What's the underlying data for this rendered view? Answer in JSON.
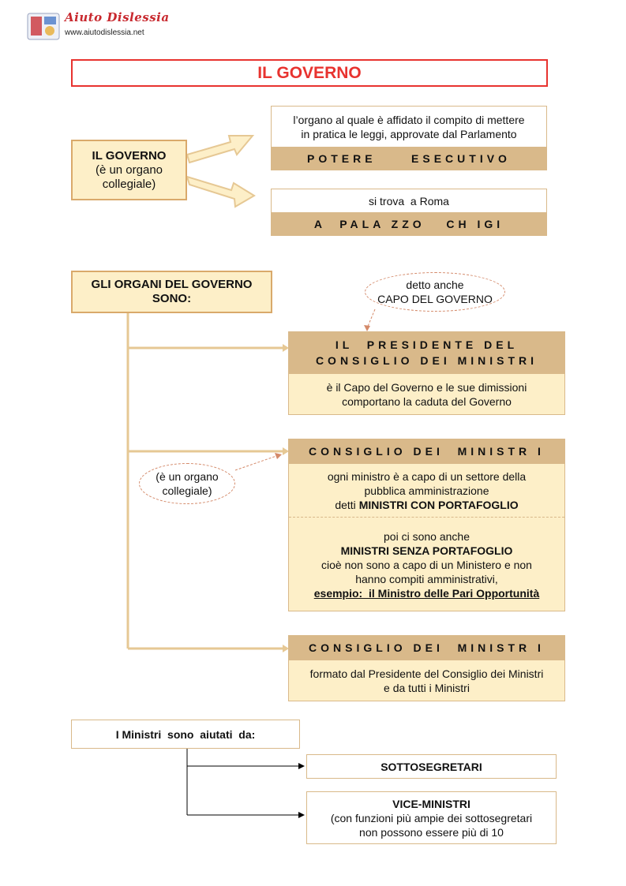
{
  "header": {
    "logo_title": "Aiuto Dislessia",
    "logo_url": "www.aiutodislessia.net"
  },
  "title": "IL GOVERNO",
  "governo": {
    "line1": "IL GOVERNO",
    "line2": "(è un organo",
    "line3": "collegiale)"
  },
  "right1": {
    "desc_line1": "l’organo al quale è affidato il compito di mettere",
    "desc_line2": "in pratica le leggi, approvate dal Parlamento",
    "label": "POTERE     ESECUTIVO"
  },
  "right2": {
    "desc": "si trova  a Roma",
    "label": "A  PALA ZZO   CH IGI"
  },
  "organi": {
    "line1": "GLI ORGANI DEL GOVERNO",
    "line2": "SONO:"
  },
  "capo_note": {
    "line1": "detto anche",
    "line2": "CAPO DEL GOVERNO"
  },
  "presidente": {
    "head_line1": "IL  PRESIDENTE DEL",
    "head_line2": "CONSIGLIO DEI MINISTRI",
    "body_line1": "è il Capo del Governo e le sue dimissioni",
    "body_line2": "comportano la caduta del Governo"
  },
  "collegiale_note": {
    "line1": "(è un organo",
    "line2": "collegiale)"
  },
  "consiglio1": {
    "head": "CONSIGLIO DEI  MINISTR I",
    "p1_line1": "ogni ministro è a capo di un settore della",
    "p1_line2": "pubblica amministrazione",
    "p1_line3_prefix": "detti ",
    "p1_line3_bold": "MINISTRI CON PORTAFOGLIO",
    "p2_line1": "poi ci sono anche",
    "p2_line2": "MINISTRI SENZA PORTAFOGLIO",
    "p2_line3": "cioè non sono a capo di un Ministero e non",
    "p2_line4": "hanno compiti amministrativi,",
    "p2_line5": "esempio:  il Ministro delle Pari Opportunità"
  },
  "consiglio2": {
    "head": "CONSIGLIO DEI  MINISTR I",
    "body_line1": "formato dal Presidente del Consiglio dei Ministri",
    "body_line2": "e da tutti i Ministri"
  },
  "aiuti": {
    "label": "I Ministri  sono  aiutati  da:",
    "sotto": "SOTTOSEGRETARI",
    "vice_title": "VICE-MINISTRI",
    "vice_line1": "(con funzioni più ampie dei sottosegretari",
    "vice_line2": "non possono essere più di 10"
  },
  "colors": {
    "title_red": "#e8332f",
    "box_fill": "#fdefc8",
    "band_tan": "#d9b98a",
    "connector": "#e6c894"
  }
}
